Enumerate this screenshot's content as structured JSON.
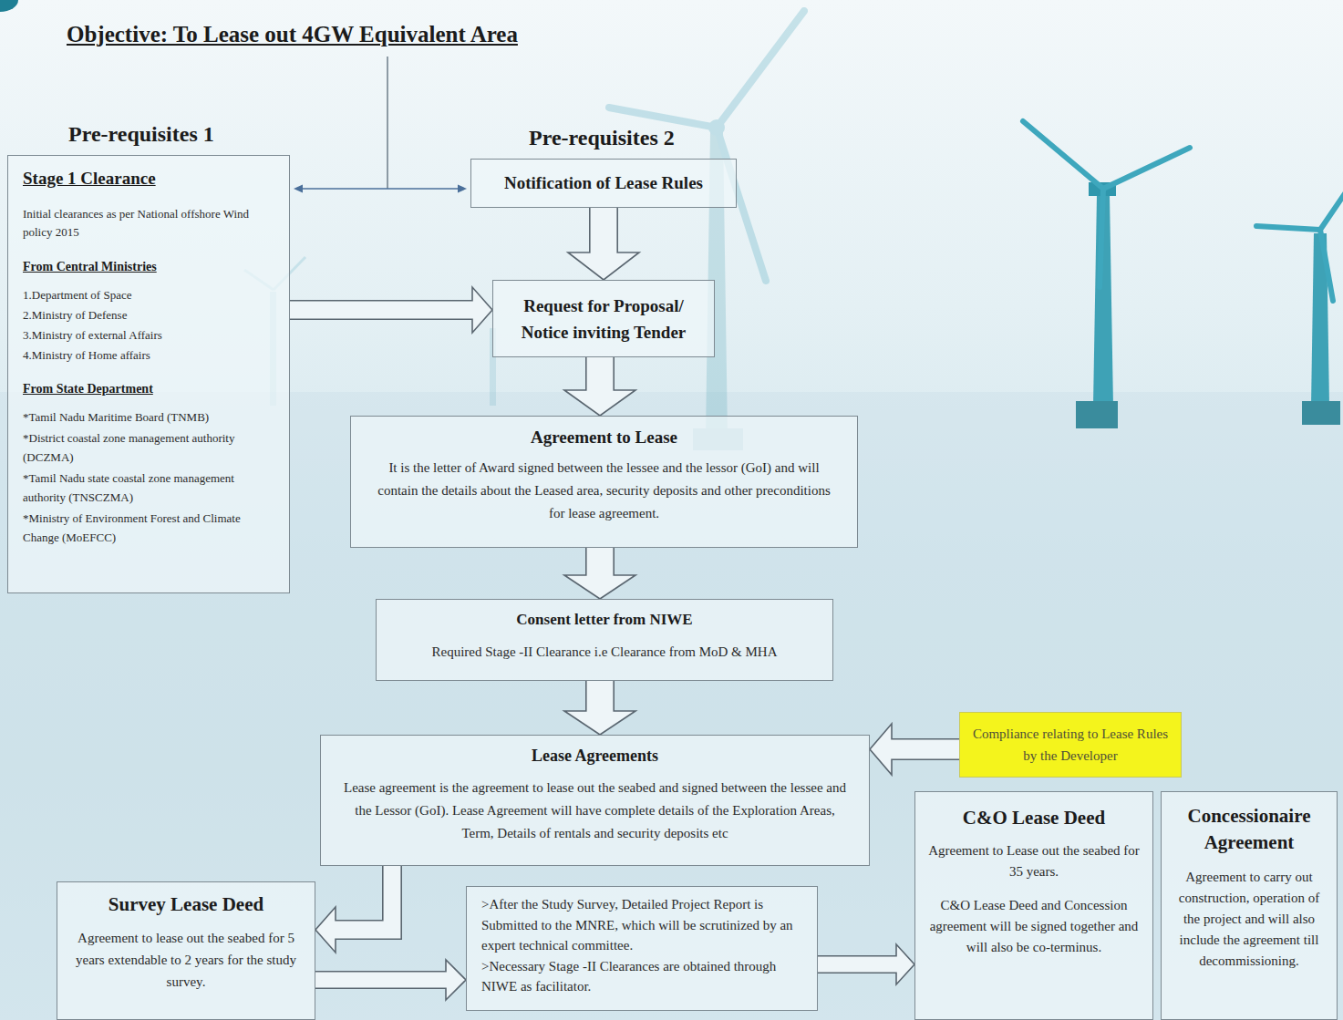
{
  "diagram": {
    "title": "Objective: To Lease out 4GW Equivalent Area",
    "nodes": [
      {
        "text": [
          "Pre-requisites 1",
          "Stage 1 Clearance",
          "Initial clearances as per National offshore Wind policy 2015",
          "From Central Ministries",
          "1.Department of Space",
          "2.Ministry of Defense",
          "3.Ministry of external Affairs",
          "4.Ministry of Home affairs",
          "From State Department",
          "*Tamil Nadu Maritime Board (TNMB)",
          "*District coastal zone management authority (DCZMA)",
          "*Tamil Nadu state coastal zone management authority (TNSCZMA)",
          "*Ministry of Environment Forest and Climate Change (MoEFCC)"
        ]
      },
      {
        "text": [
          "Pre-requisites 2",
          "Notification of Lease Rules"
        ]
      },
      {
        "text": [
          "Request for Proposal/ Notice inviting Tender"
        ]
      },
      {
        "text": [
          "Agreement to Lease",
          "It is the letter of Award signed between the lessee and the lessor (GoI) and will contain the details about the Leased area, security deposits and other preconditions for lease agreement."
        ]
      },
      {
        "text": [
          "Consent letter from NIWE",
          "Required Stage -II Clearance i.e Clearance from MoD & MHA"
        ]
      },
      {
        "text": [
          "Lease Agreements",
          "Lease agreement is the agreement to lease out the seabed and signed between the lessee and the Lessor (GoI). Lease Agreement will have complete details of the Exploration Areas, Term, Details of rentals and security deposits etc"
        ]
      },
      {
        "text": [
          "Compliance relating to Lease Rules by the Developer"
        ]
      },
      {
        "text": [
          "Survey Lease Deed",
          "Agreement to lease out the seabed for 5 years extendable to 2 years for the study survey."
        ]
      },
      {
        "text": [
          ">After the Study Survey, Detailed Project Report is Submitted to the MNRE, which will be scrutinized by an expert technical committee.",
          ">Necessary Stage -II Clearances are obtained through NIWE as facilitator."
        ]
      },
      {
        "text": [
          "C&O Lease Deed",
          "Agreement to Lease out the seabed for 35 years.",
          "C&O Lease Deed and Concession agreement will be signed together and will also be co-terminus."
        ]
      },
      {
        "text": [
          "Concessionaire Agreement",
          "Agreement to carry out construction, operation of the project and will also include the agreement till decommissioning."
        ]
      }
    ],
    "edges": [
      {
        "from": 0,
        "to": 1,
        "arrow": "both"
      },
      {
        "from": 1,
        "to": 2,
        "arrow": "to"
      },
      {
        "from": 0,
        "to": 2,
        "arrow": "to"
      },
      {
        "from": 2,
        "to": 3,
        "arrow": "to"
      },
      {
        "from": 3,
        "to": 4,
        "arrow": "to"
      },
      {
        "from": 4,
        "to": 5,
        "arrow": "to"
      },
      {
        "from": 6,
        "to": 5,
        "arrow": "to"
      },
      {
        "from": 5,
        "to": 7,
        "arrow": "to"
      },
      {
        "from": 7,
        "to": 8,
        "arrow": "to"
      },
      {
        "from": 8,
        "to": 9,
        "arrow": "to"
      }
    ]
  }
}
